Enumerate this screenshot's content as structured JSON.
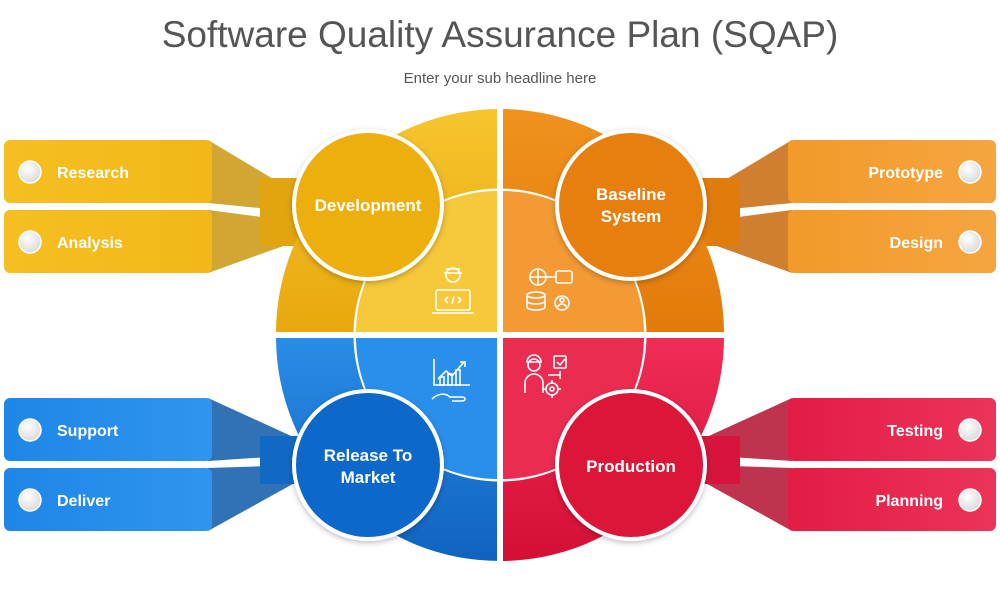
{
  "header": {
    "title": "Software Quality Assurance Plan (SQAP)",
    "subtitle": "Enter your sub headline here"
  },
  "quadrants": [
    {
      "id": "development",
      "title_lines": [
        "Development"
      ],
      "color": "#F1B413",
      "icon": "developer-laptop-icon",
      "tabs": [
        "Research",
        "Analysis"
      ]
    },
    {
      "id": "baseline",
      "title_lines": [
        "Baseline",
        "System"
      ],
      "color": "#EA8410",
      "icon": "server-network-icon",
      "tabs": [
        "Prototype",
        "Design"
      ]
    },
    {
      "id": "release",
      "title_lines": [
        "Release To",
        "Market"
      ],
      "color": "#1275D3",
      "icon": "growth-chart-icon",
      "tabs": [
        "Support",
        "Deliver"
      ]
    },
    {
      "id": "production",
      "title_lines": [
        "Production"
      ],
      "color": "#E2173F",
      "icon": "worker-gears-icon",
      "tabs": [
        "Testing",
        "Planning"
      ]
    }
  ]
}
